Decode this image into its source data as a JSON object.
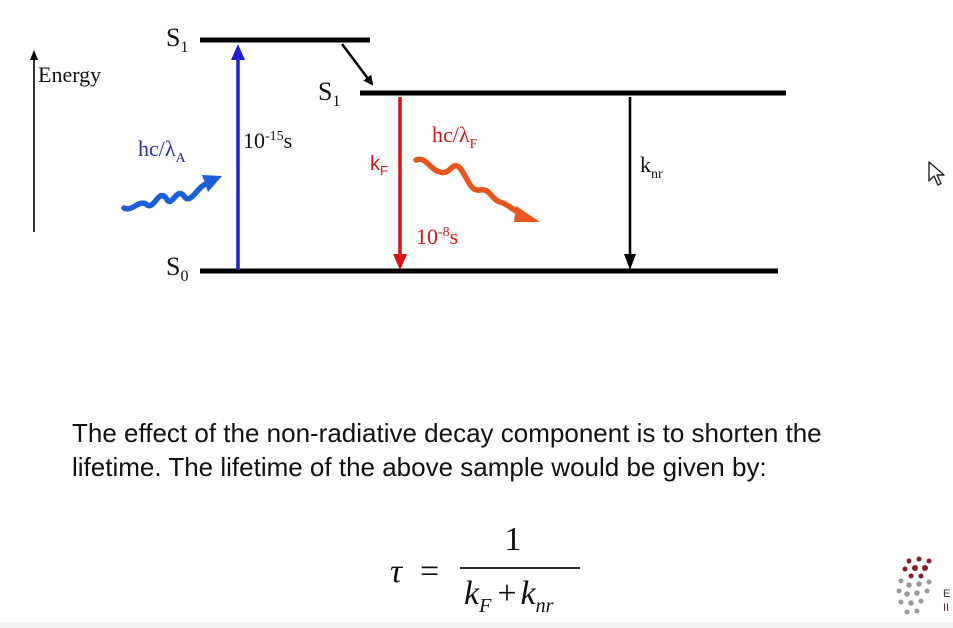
{
  "diagram": {
    "energy_axis_label": "Energy",
    "level_labels": {
      "s1_upper": {
        "main": "S",
        "sub": "1"
      },
      "s1_lower": {
        "main": "S",
        "sub": "1"
      },
      "s0": {
        "main": "S",
        "sub": "0"
      }
    },
    "absorption_photon": {
      "main": "hc/",
      "lambda": "λ",
      "sub": "A"
    },
    "absorption_time": {
      "main": "10",
      "sup": "-15",
      "unit": "s"
    },
    "fluorescence_photon": {
      "main": "hc/",
      "lambda": "λ",
      "sub": "F"
    },
    "fluorescence_rate": {
      "main": "k",
      "sub": "F"
    },
    "fluorescence_time": {
      "main": "10",
      "sup": "-8",
      "unit": "s"
    },
    "nonradiative_rate": {
      "main": "k",
      "sub": "nr"
    },
    "colors": {
      "absorption": "#1f1fd6",
      "absorption_wave": "#1a5fd9",
      "fluorescence": "#e01010",
      "fluorescence_wave": "#e8551a",
      "fluorescence_text": "#d01818",
      "levels": "#000000"
    }
  },
  "caption": {
    "line1": "The effect of the non-radiative decay component is to shorten the",
    "line2": "lifetime. The lifetime of the above sample would be given by:"
  },
  "formula": {
    "lhs": "τ",
    "equals": "=",
    "numerator": "1",
    "den_k1": "k",
    "den_k1_sub": "F",
    "plus": "+",
    "den_k2": "k",
    "den_k2_sub": "nr"
  },
  "icons": [
    "mouse-cursor-icon",
    "institution-logo-icon"
  ],
  "logo_text": {
    "line1": "E",
    "line2": "II"
  }
}
